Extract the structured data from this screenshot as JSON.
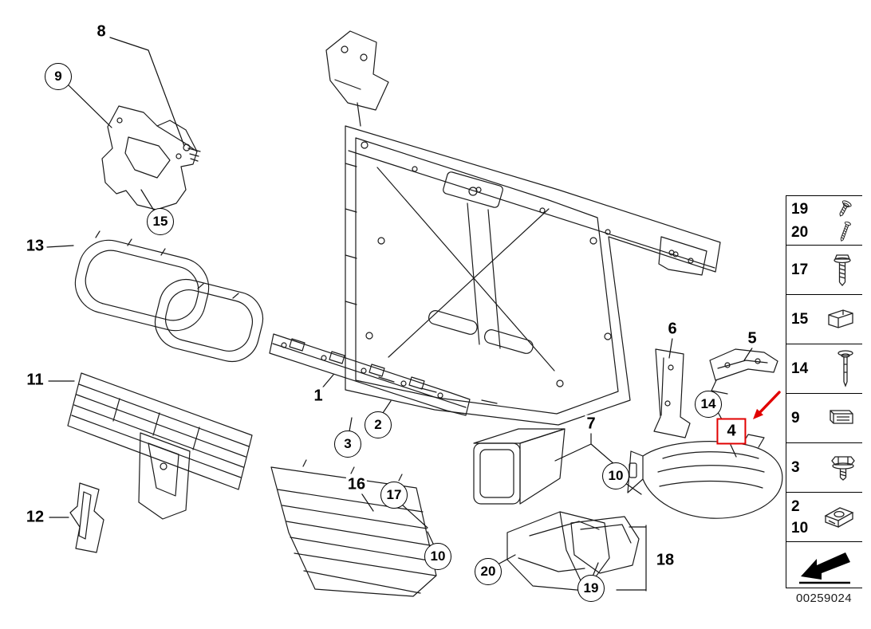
{
  "callouts": [
    {
      "text": "8"
    },
    {
      "text": "9"
    },
    {
      "text": "15"
    },
    {
      "text": "13"
    },
    {
      "text": "11"
    },
    {
      "text": "12"
    },
    {
      "text": "1"
    },
    {
      "text": "2"
    },
    {
      "text": "3"
    },
    {
      "text": "16"
    },
    {
      "text": "17"
    },
    {
      "text": "10"
    },
    {
      "text": "20"
    },
    {
      "text": "19"
    },
    {
      "text": "18"
    },
    {
      "text": "7"
    },
    {
      "text": "10"
    },
    {
      "text": "6"
    },
    {
      "text": "5"
    },
    {
      "text": "14"
    },
    {
      "text": "4"
    }
  ],
  "sidebar": {
    "rows": [
      {
        "labels": [
          "19",
          "20"
        ],
        "icons": [
          "flange-screw-icon",
          "long-screw-icon"
        ]
      },
      {
        "labels": [
          "17"
        ],
        "icons": [
          "hex-screw-icon"
        ]
      },
      {
        "labels": [
          "15"
        ],
        "icons": [
          "clip-icon"
        ]
      },
      {
        "labels": [
          "14"
        ],
        "icons": [
          "expansion-rivet-icon"
        ]
      },
      {
        "labels": [
          "9"
        ],
        "icons": [
          "spring-clip-icon"
        ]
      },
      {
        "labels": [
          "3"
        ],
        "icons": [
          "hex-bolt-icon"
        ]
      },
      {
        "labels": [
          "2",
          "10"
        ],
        "icons": [
          "clip-nut-icon"
        ]
      },
      {
        "labels": [],
        "icons": [
          "direction-arrow-icon"
        ]
      }
    ]
  },
  "footer": {
    "part_number": "00259024"
  },
  "colors": {
    "line": "#1a1a1a",
    "highlight": "#e10000"
  }
}
